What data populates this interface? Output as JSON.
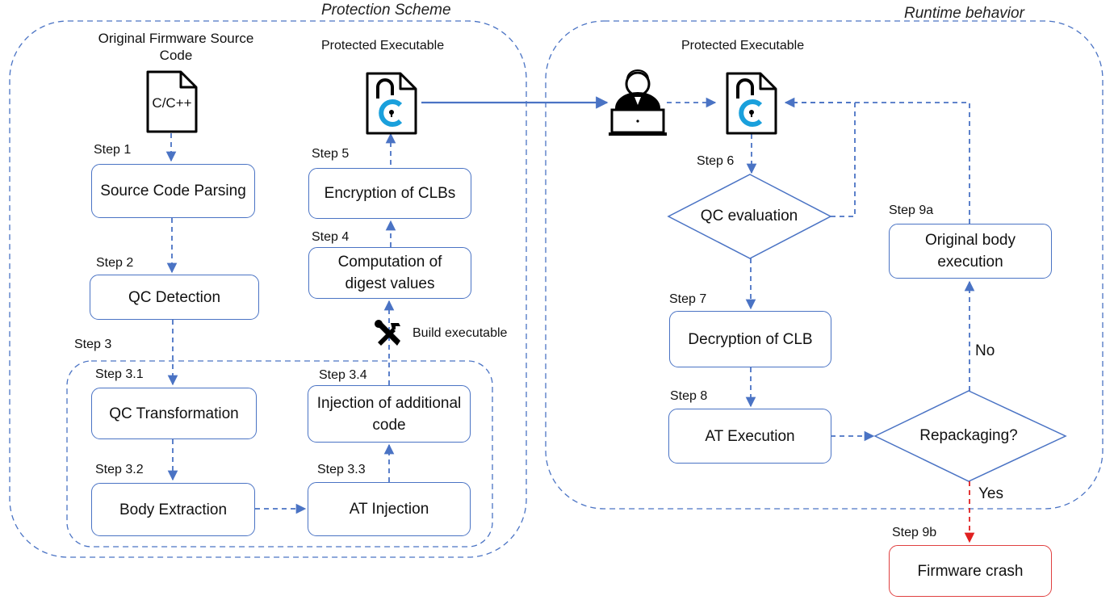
{
  "panels": {
    "protection_title": "Protection Scheme",
    "runtime_title": "Runtime behavior"
  },
  "source": {
    "title": "Original Firmware Source Code",
    "file_text": "C/C++"
  },
  "protected_label_left": "Protected Executable",
  "protected_label_right": "Protected Executable",
  "build_label": "Build executable",
  "steps": {
    "s1": "Step 1",
    "s2": "Step 2",
    "s3": "Step 3",
    "s3_1": "Step 3.1",
    "s3_2": "Step 3.2",
    "s3_3": "Step 3.3",
    "s3_4": "Step 3.4",
    "s4": "Step 4",
    "s5": "Step 5",
    "s6": "Step 6",
    "s7": "Step 7",
    "s8": "Step 8",
    "s9a": "Step 9a",
    "s9b": "Step 9b"
  },
  "boxes": {
    "parsing": "Source Code Parsing",
    "qc_detection": "QC Detection",
    "qc_transformation": "QC Transformation",
    "body_extraction": "Body Extraction",
    "at_injection": "AT Injection",
    "injection_additional": "Injection of additional code",
    "computation_digest": "Computation of digest values",
    "encryption_clbs": "Encryption of CLBs",
    "qc_evaluation": "QC evaluation",
    "decryption_clb": "Decryption of CLB",
    "at_execution": "AT Execution",
    "repackaging": "Repackaging?",
    "original_body": "Original body execution",
    "firmware_crash": "Firmware crash"
  },
  "edge_labels": {
    "no": "No",
    "yes": "Yes"
  },
  "colors": {
    "blue": "#4a73c4",
    "red": "#e02020",
    "icon_cyan": "#1aa0dc"
  }
}
